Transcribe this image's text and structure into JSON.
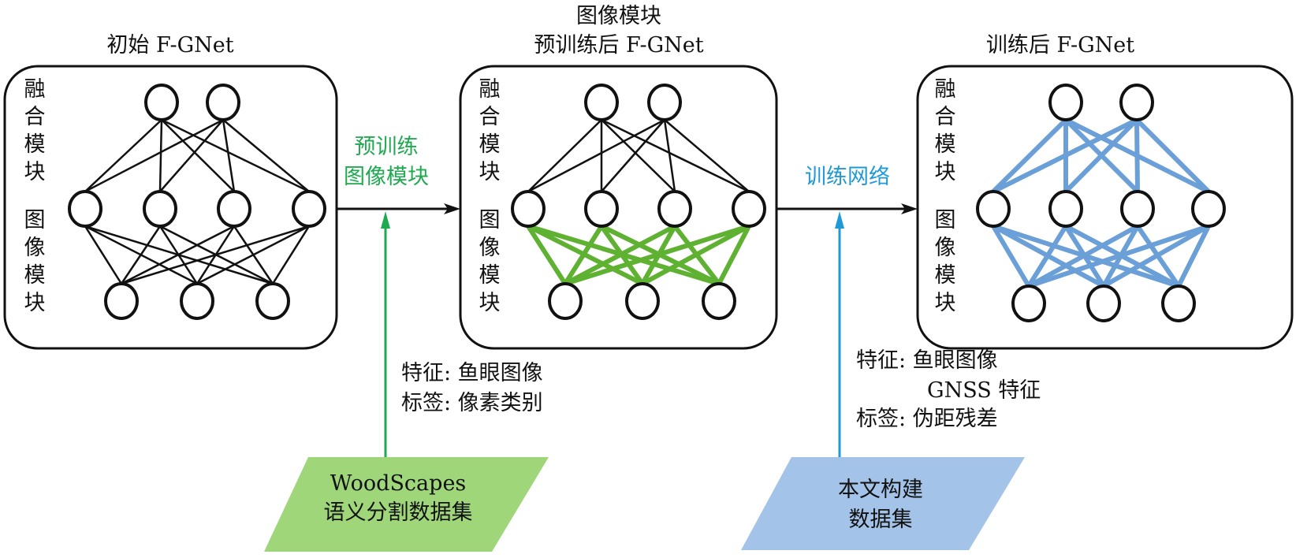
{
  "panels": [
    {
      "title_lines": [
        "初始 F-GNet"
      ],
      "fusion_label": "融合模块",
      "image_label": "图像模块",
      "fusion_edge_color": "#111111",
      "image_edge_color": "#111111"
    },
    {
      "title_lines": [
        "图像模块",
        "预训练后 F-GNet"
      ],
      "fusion_label": "融合模块",
      "image_label": "图像模块",
      "fusion_edge_color": "#111111",
      "image_edge_color": "#5fb132"
    },
    {
      "title_lines": [
        "训练后 F-GNet"
      ],
      "fusion_label": "融合模块",
      "image_label": "图像模块",
      "fusion_edge_color": "#6a9fd8",
      "image_edge_color": "#6a9fd8"
    }
  ],
  "network": {
    "layers": [
      2,
      4,
      3
    ]
  },
  "steps": [
    {
      "label_lines": [
        "预训练",
        "图像模块"
      ],
      "color": "#1faa4f",
      "features": "特征: 鱼眼图像",
      "features_extra": "",
      "labels": "标签: 像素类别",
      "dataset_lines": [
        "WoodScapes",
        "语义分割数据集"
      ],
      "dataset_fill": "#a0d67a"
    },
    {
      "label_lines": [
        "训练网络"
      ],
      "color": "#1f9ad6",
      "features": "特征: 鱼眼图像",
      "features_extra": "GNSS 特征",
      "labels": "标签: 伪距残差",
      "dataset_lines": [
        "本文构建",
        "数据集"
      ],
      "dataset_fill": "#a3c4e8"
    }
  ]
}
